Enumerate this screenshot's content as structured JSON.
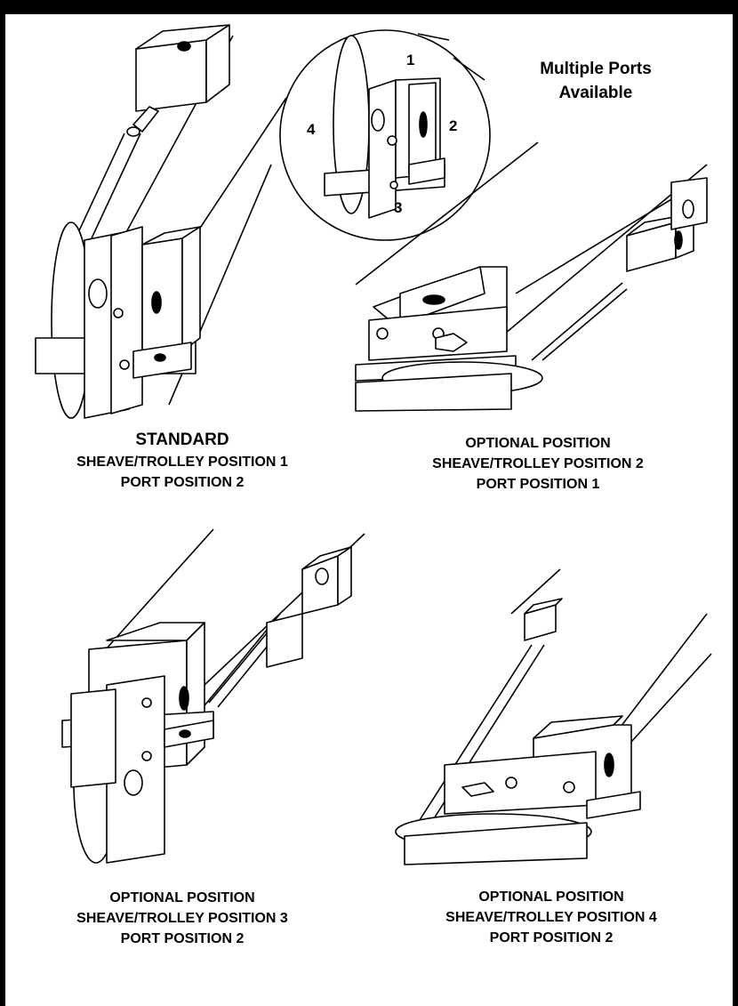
{
  "inset": {
    "title_line1": "Multiple Ports",
    "title_line2": "Available",
    "port_labels": [
      "1",
      "2",
      "3",
      "4"
    ]
  },
  "captions": [
    {
      "line1": "STANDARD",
      "line2": "SHEAVE/TROLLEY POSITION 1",
      "line3": "PORT POSITION 2"
    },
    {
      "line1": "OPTIONAL POSITION",
      "line2": "SHEAVE/TROLLEY POSITION 2",
      "line3": "PORT POSITION 1"
    },
    {
      "line1": "OPTIONAL POSITION",
      "line2": "SHEAVE/TROLLEY POSITION 3",
      "line3": "PORT POSITION 2"
    },
    {
      "line1": "OPTIONAL POSITION",
      "line2": "SHEAVE/TROLLEY POSITION 4",
      "line3": "PORT POSITION 2"
    }
  ]
}
